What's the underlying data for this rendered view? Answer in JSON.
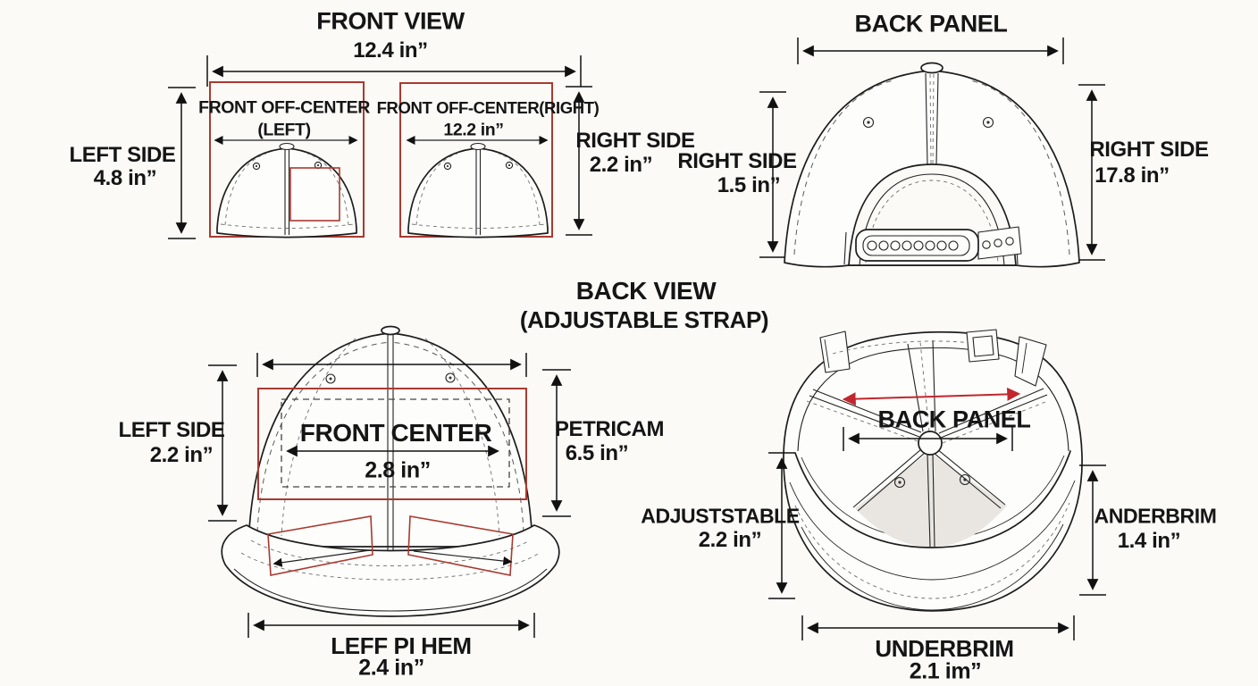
{
  "document_title": "Baseball cap measurement specification diagram",
  "colors": {
    "red_box": "#a93a2f",
    "red_arrow": "#c1272d",
    "line": "#1d1d1d",
    "background": "#fbfaf7"
  },
  "front_view": {
    "title": "FRONT VIEW",
    "width": "12.4 in”",
    "box_left": {
      "l1": "FRONT OFF-CENTER",
      "l2": "(LEFT)"
    },
    "box_right": {
      "l1": "FRONT OFF-CENTER(RIGHT)",
      "l2": "12.2 in”"
    },
    "left": {
      "l1": "LEFT SIDE",
      "l2": "4.8 in”"
    },
    "right": {
      "l1": "RIGHT SIDE",
      "l2": "2.2 in”"
    }
  },
  "back_panel": {
    "title": "BACK PANEL",
    "left": {
      "l1": "RIGHT SIDE",
      "l2": "1.5 in”"
    },
    "right": {
      "l1": "RIGHT SIDE",
      "l2": "17.8 in”"
    }
  },
  "back_view": {
    "title": "BACK VIEW",
    "subtitle": "(ADJUSTABLE STRAP)"
  },
  "front_center": {
    "patch_l1": "FRONT CENTER",
    "patch_l2": "2.8 in”",
    "left": {
      "l1": "LEFT SIDE",
      "l2": "2.2 in”"
    },
    "right": {
      "l1": "PETRICAM",
      "l2": "6.5 in”"
    },
    "bottom": {
      "l1": "LEFF PI HEM",
      "l2": "2.4 in”"
    }
  },
  "underbrim": {
    "panel": "BACK PANEL",
    "left": {
      "l1": "ADJUSTSTABLE",
      "l2": "2.2 in”"
    },
    "right": {
      "l1": "ANDERBRIM",
      "l2": "1.4 in”"
    },
    "bottom": {
      "l1": "UNDERBRIM",
      "l2": "2.1 im”"
    }
  }
}
